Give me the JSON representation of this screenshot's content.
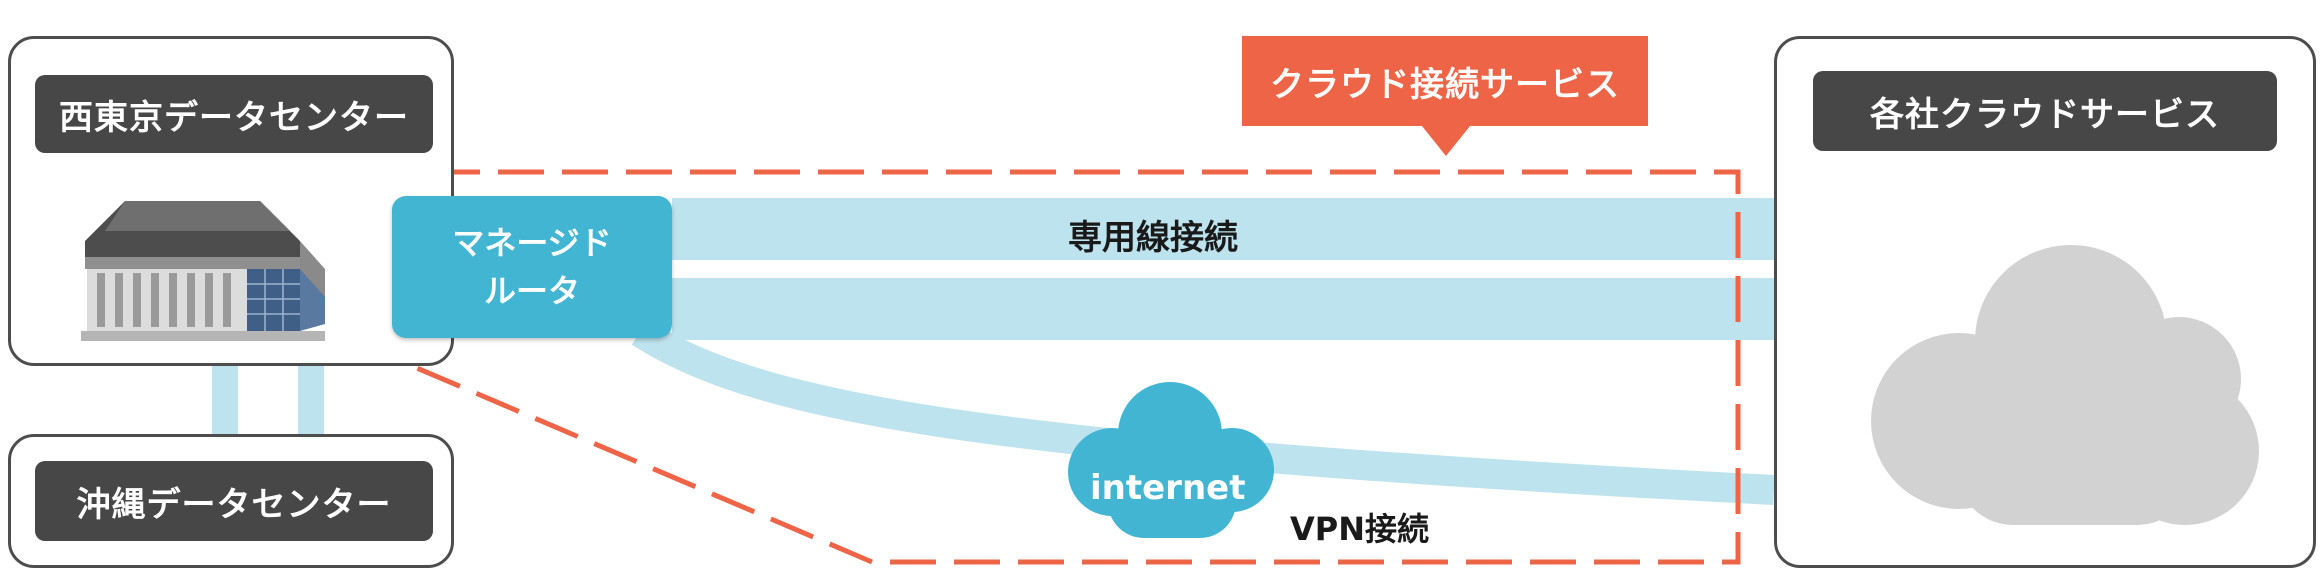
{
  "labels": {
    "west_tokyo_dc": "西東京データセンター",
    "okinawa_dc": "沖縄データセンター",
    "cloud_services": "各社クラウドサービス",
    "cloud_connection_service": "クラウド接続サービス",
    "managed_router_line1": "マネージド",
    "managed_router_line2": "ルータ",
    "dedicated_line": "専用線接続",
    "internet": "internet",
    "vpn": "VPN接続"
  },
  "colors": {
    "accent_orange": "#ee6446",
    "router_blue": "#41b5d2",
    "line_light_blue": "#bde3ee",
    "dark_label": "#474747",
    "cloud_gray": "#d2d2d2"
  },
  "icons": [
    "building-icon",
    "internet-cloud-icon",
    "cloud-service-icon"
  ]
}
